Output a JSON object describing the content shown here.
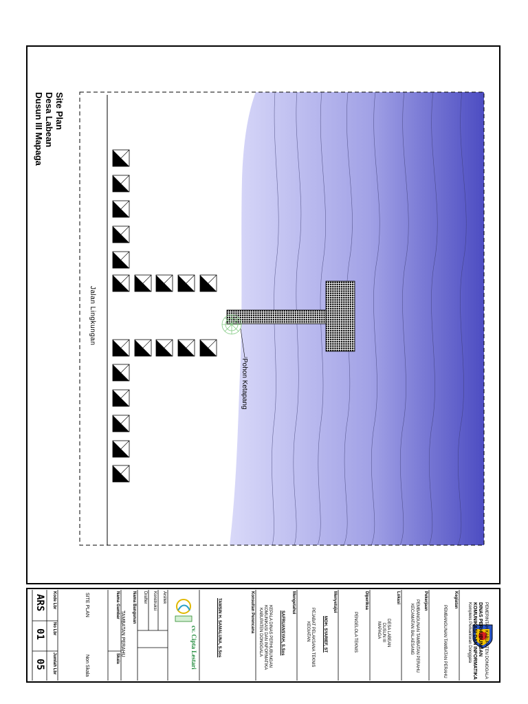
{
  "drawing": {
    "title_lines": [
      "Site Plan",
      "Desa Labean",
      "Dusun III Mapaga"
    ],
    "road_label": "Jalan Lingkungan",
    "tree_label": "Pohon Ketapang",
    "colors": {
      "sea_light": "#d6d6f8",
      "sea_dark": "#4b4bc0",
      "frame": "#000000",
      "tree": "#7fc97f"
    }
  },
  "title_block": {
    "agency": {
      "line1": "PEMERINTAH KABUPATEN DONGGALA",
      "line2": "DINAS PERHUBUNGAN",
      "line3": "KOMUNIKASI DAN INFORMATIKA",
      "line4": "Kompleks Perkantoran Donggala"
    },
    "kegiatan_label": "Kegiatan",
    "kegiatan_value": "PEMBANGUNAN TAMBATAN PERAHU",
    "pekerjaan_label": "Pekerjaan",
    "pekerjaan_value_1": "PEMBANGUNAN TAMBATAN PERAHU",
    "pekerjaan_value_2": "KECAMATAN BALAESANG",
    "lokasi_label": "Lokasi",
    "lokasi_value_1": "DESA LABEAN",
    "lokasi_value_2": "DUSUN III",
    "lokasi_value_3": "MAPAGA",
    "diperiksa_label": "Diperiksa",
    "diperiksa_value": "PENGELOLA TEKNIS",
    "menyetujui_label": "Menyetujui",
    "menyetujui_name": "MOH. SYARIEF, ST",
    "menyetujui_role_1": "PEJABAT PELAKSANA TEKNIS",
    "menyetujui_role_2": "KEGIATAN",
    "mengetahui_label": "Mengetahui",
    "mengetahui_name": "SAFRUANSYAH, S.Sos",
    "mengetahui_role_1": "KEPALA DINAS PERHUBUNGAN",
    "mengetahui_role_2": "KOMUNIKASI DAN INFORMATIKA",
    "mengetahui_role_3": "KABUPATEN DONGGALA",
    "konsultan_label": "Konsultan Perencana",
    "konsultan_name": "TAMSIN H. SAMALUNA, S.Sos",
    "logo_name": "cv. Cipta Lestari",
    "roles": [
      "Arsitek",
      "Konstruksi",
      "Drafter"
    ],
    "nama_bangunan_label": "Nama Bangunan",
    "nama_bangunan_value": "TAMBATAN PERAHU",
    "nama_gambar_label": "Nama Gambar",
    "nama_gambar_value": "SITE PLAN",
    "skala_label": "Skala",
    "skala_value": "Non Skala",
    "kode_label": "Kode Lbr",
    "kode_value": "ARS",
    "no_label": "No Lbr",
    "no_value": "01",
    "jumlah_label": "Jumlah Lbr",
    "jumlah_value": "05"
  }
}
